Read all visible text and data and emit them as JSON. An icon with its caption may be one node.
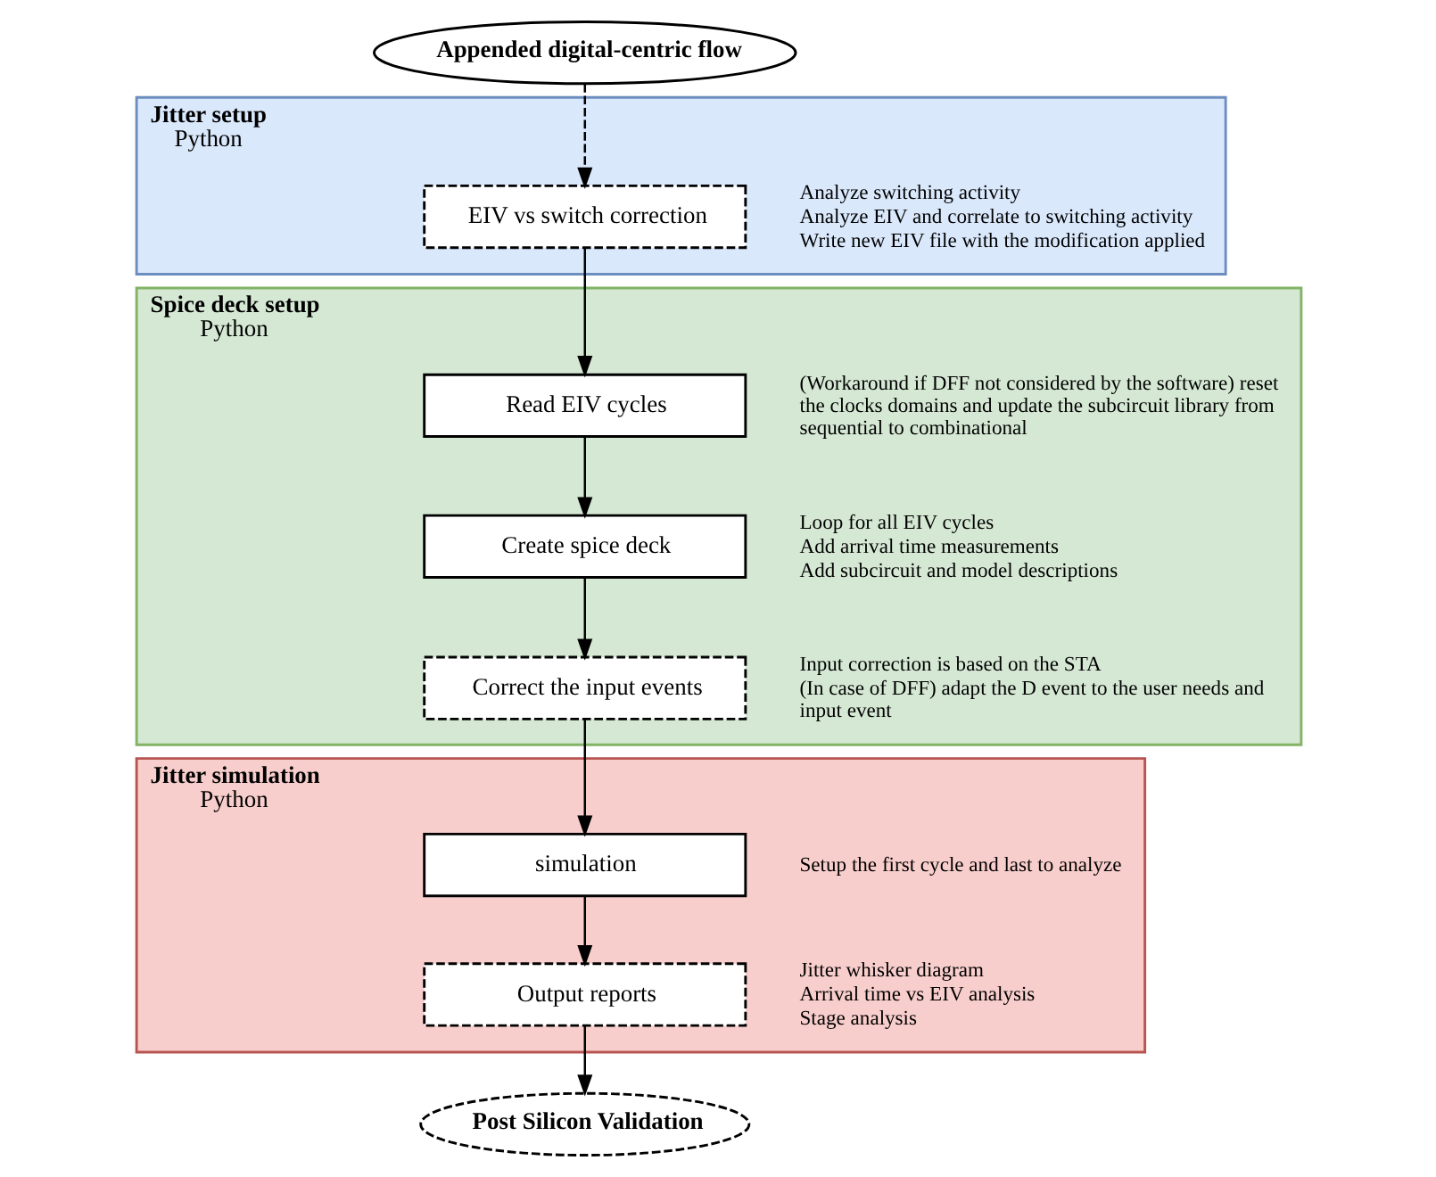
{
  "diagram": {
    "nodes": [
      {
        "text": [
          "Appended digital-centric flow"
        ]
      },
      {
        "text": [
          "Jitter setup",
          "Python"
        ]
      },
      {
        "text": [
          "EIV vs switch correction"
        ],
        "in": 1,
        "beside": [
          "Analyze switching activity",
          "Analyze EIV and correlate to switching activity",
          "Write new EIV file with the modification applied"
        ]
      },
      {
        "text": [
          "Spice deck setup",
          "Python"
        ]
      },
      {
        "text": [
          "Read EIV cycles"
        ],
        "in": 3,
        "beside": [
          "(Workaround if DFF not considered by the software) reset the clocks domains and update the subcircuit library from sequential to combinational"
        ]
      },
      {
        "text": [
          "Create spice deck"
        ],
        "in": 3,
        "beside": [
          "Loop for all EIV cycles",
          "Add arrival time measurements",
          "Add subcircuit and model descriptions"
        ]
      },
      {
        "text": [
          "Correct the input events"
        ],
        "in": 3,
        "beside": [
          "Input correction is based on the STA",
          "(In case of DFF) adapt the D event to the user needs and input event"
        ]
      },
      {
        "text": [
          "Jitter simulation",
          "Python"
        ]
      },
      {
        "text": [
          "simulation"
        ],
        "in": 7,
        "beside": [
          "Setup the first cycle and last to analyze"
        ]
      },
      {
        "text": [
          "Output reports"
        ],
        "in": 7,
        "beside": [
          "Jitter whisker diagram",
          "Arrival time vs EIV analysis",
          "Stage analysis"
        ]
      },
      {
        "text": [
          "Post Silicon Validation"
        ]
      }
    ],
    "edges": [
      {
        "from": 0,
        "to": 2,
        "arrow": "to",
        "style": "dashed"
      },
      {
        "from": 2,
        "to": 4,
        "arrow": "to"
      },
      {
        "from": 4,
        "to": 5,
        "arrow": "to"
      },
      {
        "from": 5,
        "to": 6,
        "arrow": "to"
      },
      {
        "from": 6,
        "to": 8,
        "arrow": "to"
      },
      {
        "from": 8,
        "to": 9,
        "arrow": "to"
      },
      {
        "from": 9,
        "to": 10,
        "arrow": "to"
      }
    ]
  }
}
